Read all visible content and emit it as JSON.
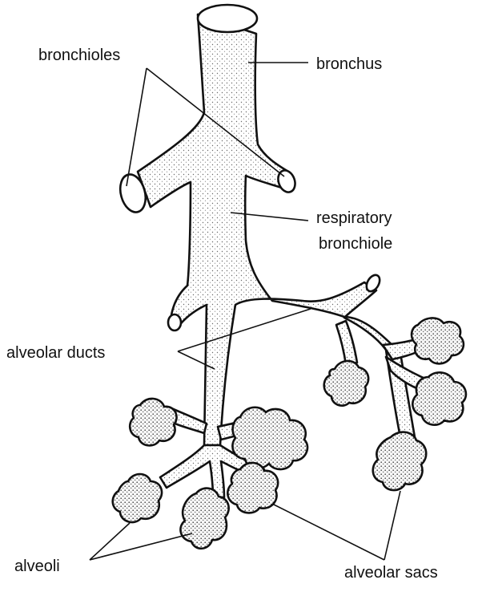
{
  "labels": {
    "bronchioles": "bronchioles",
    "bronchus": "bronchus",
    "respiratory_line1": "respiratory",
    "respiratory_line2": "bronchiole",
    "alveolar_ducts": "alveolar ducts",
    "alveoli": "alveoli",
    "alveolar_sacs": "alveolar sacs"
  },
  "colors": {
    "ink": "#111111",
    "tissue_fill": "#ffffff",
    "sac_fill": "#f1f1f1"
  }
}
